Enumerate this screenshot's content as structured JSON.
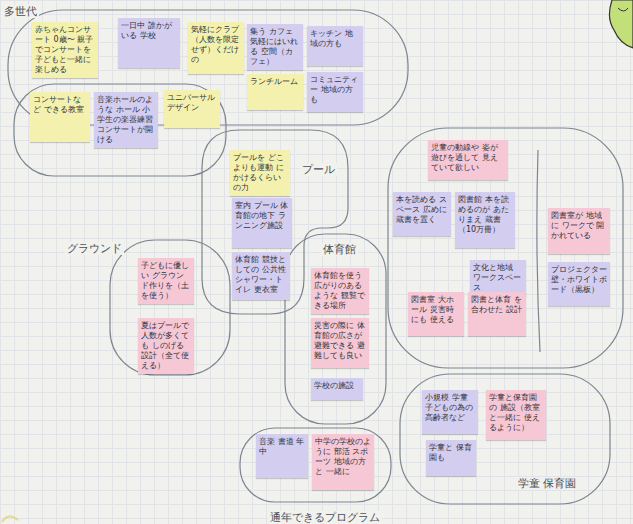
{
  "diagram": {
    "nodes": [
      {
        "text": [
          "多世代"
        ]
      },
      {
        "text": [
          "赤ちゃんコンサート 0歳〜 親子でコンサートを 子どもと一緒に楽しめる"
        ],
        "in": 0
      },
      {
        "text": [
          "一日中 誰かがいる 学校"
        ],
        "in": 0
      },
      {
        "text": [
          "気軽にクラブ（人数を限定せず）くだけの"
        ],
        "in": 0
      },
      {
        "text": [
          "集う カフェ 気軽にはいれる 空間（カフェ）"
        ],
        "in": 0
      },
      {
        "text": [
          "キッチン 地域の方も"
        ],
        "in": 0
      },
      {
        "text": [
          "ランチルーム"
        ],
        "in": 0
      },
      {
        "text": [
          "コミュニティー 地域の方も"
        ],
        "in": 0
      },
      {
        "text": [
          "コンサートなど できる教室"
        ]
      },
      {
        "text": [
          "音楽ホールのような ホール 小学生の楽器練習 コンサートが開ける"
        ]
      },
      {
        "text": [
          "ユニバーサル デザイン"
        ]
      },
      {
        "text": [
          "プール"
        ]
      },
      {
        "text": [
          "プールを どこよりも運動 にかけるくらいの力"
        ],
        "in": 11
      },
      {
        "text": [
          "室内 プール 体育館の地下 ランニング施設"
        ],
        "in": 11
      },
      {
        "text": [
          "体育館 競技としての 公共性 シャワー・トイレ 更衣室"
        ],
        "in": 11
      },
      {
        "text": [
          "グラウンド"
        ]
      },
      {
        "text": [
          "子どもに優しい グラウンド作りを（土を使う）"
        ],
        "in": 15
      },
      {
        "text": [
          "夏はプールで 人数が多くても しのげる設計（全て使える）"
        ],
        "in": 15
      },
      {
        "text": [
          "体育館"
        ]
      },
      {
        "text": [
          "体育館を使う 広がりのある ような 観覧できる場所"
        ],
        "in": 18
      },
      {
        "text": [
          "災害の際に 体育館の広さが 避難できる 避難しても良い"
        ],
        "in": 18
      },
      {
        "text": [
          "学校の施設"
        ],
        "in": 18
      },
      {
        "text": [
          "児童の動線や 姿が 遊びを通して 見えていて欲しい"
        ]
      },
      {
        "text": [
          "本を読める スペース 広めに 蔵書を置く"
        ]
      },
      {
        "text": [
          "図書館 本を読めるのが あたりまえ 蔵書（10万冊）"
        ]
      },
      {
        "text": [
          "図書室が 地域に ワークで 開かれている"
        ]
      },
      {
        "text": [
          "プロジェクター 壁・ホワイトボード（黒板）"
        ]
      },
      {
        "text": [
          "文化と地域 ワークスペース"
        ]
      },
      {
        "text": [
          "図書室 大ホール 災害時にも 使える"
        ]
      },
      {
        "text": [
          "図書と体育 を合わせた 設計"
        ]
      },
      {
        "text": [
          "学童 保育園"
        ]
      },
      {
        "text": [
          "小規模 学童 子どもの為の 高齢者など"
        ],
        "in": 30
      },
      {
        "text": [
          "学童と保育園の 施設（教室と一緒に 使えるように）"
        ],
        "in": 30
      },
      {
        "text": [
          "学童と 保育園も"
        ],
        "in": 30
      },
      {
        "text": [
          "通年できるプログラム"
        ]
      },
      {
        "text": [
          "音楽 書道 年中"
        ],
        "in": 34
      },
      {
        "text": [
          "中学の学校のように 部活 スポーツ 地域の方と 一緒に"
        ],
        "in": 34
      }
    ]
  }
}
